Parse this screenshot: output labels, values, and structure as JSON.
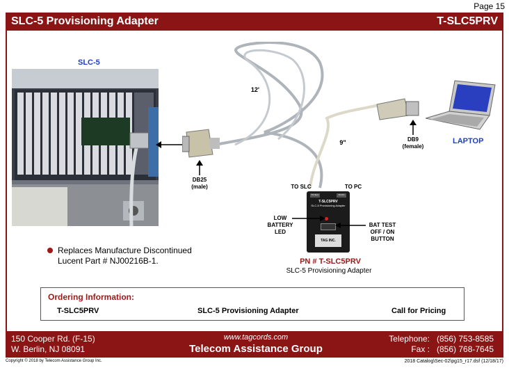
{
  "page": "Page 15",
  "title": {
    "left": "SLC-5 Provisioning Adapter",
    "right": "T-SLC5PRV"
  },
  "diagram": {
    "slc5_label": "SLC-5",
    "cable_length": "12'",
    "cable_length2": "9\"",
    "db25": [
      "DB25",
      "(male)"
    ],
    "db9": [
      "DB9",
      "(female)"
    ],
    "laptop_label": "LAPTOP",
    "to_slc": "TO SLC",
    "to_pc": "TO PC",
    "low_battery": [
      "LOW",
      "BATTERY",
      "LED"
    ],
    "bat_test": [
      "BAT TEST",
      "OFF / ON",
      "BUTTON"
    ],
    "device_face": {
      "model": "T-SLC5PRV",
      "sub": "SLC-5 Provisioning Adapter",
      "badge": "TAG INC.",
      "port_left": "TO SLC",
      "port_right": "TO PC"
    },
    "pn": "PN # T-SLC5PRV",
    "pn_desc": "SLC-5 Provisioning Adapter"
  },
  "bullet": [
    "Replaces Manufacture Discontinued",
    "Lucent Part # NJ00216B-1."
  ],
  "ordering": {
    "heading": "Ordering Information:",
    "part": "T-SLC5PRV",
    "desc": "SLC-5 Provisioning Adapter",
    "price": "Call for Pricing"
  },
  "footer": {
    "addr1": "150 Cooper Rd. (F-15)",
    "addr2": "W. Berlin, NJ  08091",
    "web": "www.tagcords.com",
    "company": "Telecom  Assistance Group",
    "tel_label": "Telephone:",
    "tel": "(856) 753-8585",
    "fax_label": "Fax :",
    "fax": "(856) 768-7645"
  },
  "copyright": "Copyright © 2018 by Telecom Assistance Group Inc.",
  "catalog": "2018 Catalog\\Sec-02\\pg15_r17.dsf (12/18/17)",
  "colors": {
    "brand": "#8b1414",
    "label_blue": "#1f3fbf",
    "bullet": "#a01818"
  }
}
